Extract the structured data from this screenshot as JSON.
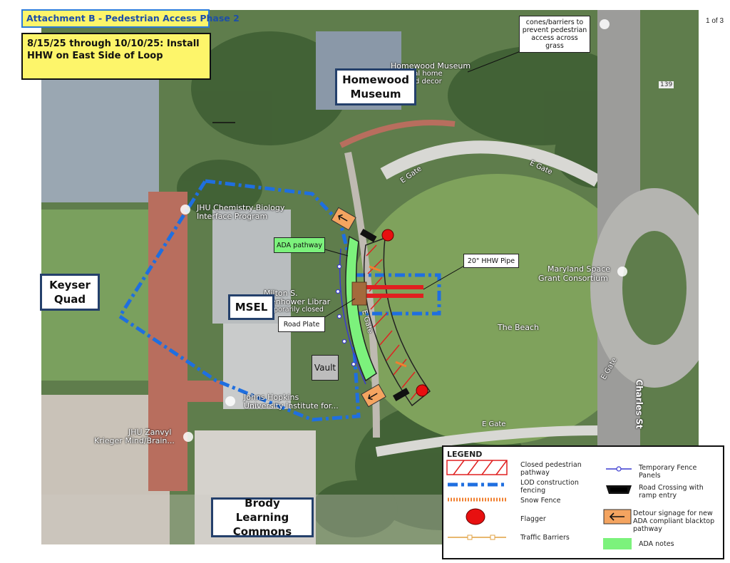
{
  "header": {
    "attachment_title": "Attachment B - Pedestrian Access Phase 2",
    "schedule_text": "8/15/25 through 10/10/25: Install HHW on East Side of Loop",
    "page_number": "1 of 3"
  },
  "places": {
    "homewood_museum": "Homewood Museum",
    "keyser_quad": "Keyser Quad",
    "msel": "MSEL",
    "brody": "Brody Learning Commons"
  },
  "callouts": {
    "cones": "cones/barriers to prevent pedestrian access across grass",
    "ada_pathway": "ADA pathway",
    "hhw_pipe": "20\" HHW Pipe",
    "road_plate": "Road Plate",
    "vault": "Vault"
  },
  "map_labels": {
    "homewood_museum_pin": "Homewood Museum",
    "federal_home": "eral home",
    "decor": "d decor",
    "jhu_chem": "JHU Chemistry-Biology",
    "interface": "Interface Program",
    "milton": "Milton S.",
    "eisenhower": "enhower Librar",
    "closed": "porarily closed",
    "maryland_space": "Maryland Space",
    "grant": "Grant Consortium",
    "beach": "The Beach",
    "e_gate_1": "E Gate",
    "e_gate_2": "E Gate",
    "e_gate_3": "E Gate",
    "e_gate_4": "E Gate",
    "e_gate_5": "E Gate",
    "charles": "Charles St",
    "route": "139",
    "jh_inst_1": "Johns Hopkins",
    "jh_inst_2": "University Institute for...",
    "zanvyl_1": "JHU Zanvyl",
    "zanvyl_2": "Krieger Mind/Brain..."
  },
  "legend": {
    "title": "LEGEND",
    "closed_pedestrian": "Closed pedestrian pathway",
    "lod_fencing": "LOD construction fencing",
    "snow_fence": "Snow Fence",
    "flagger": "Flagger",
    "traffic_barriers": "Traffic Barriers",
    "temp_fence": "Temporary Fence Panels",
    "road_crossing": "Road Crossing with ramp entry",
    "detour_signage": "Detour signage for new ADA compliant blacktop pathway",
    "ada_notes": "ADA notes"
  },
  "colors": {
    "lod_blue": "#1f6fe0",
    "closed_red": "#e02020",
    "snow_orange": "#f08030",
    "flagger_red": "#e81010",
    "barrier_orange": "#e0a040",
    "fence_purple": "#3a3ad0",
    "ada_green": "#7cf27c",
    "detour_orange": "#f4a460",
    "title_yellow": "#fdf56a",
    "box_navy": "#24406b"
  },
  "icons": [
    "map-pin-icon",
    "arrow-left-icon",
    "road-crossing-icon",
    "flagger-icon"
  ]
}
